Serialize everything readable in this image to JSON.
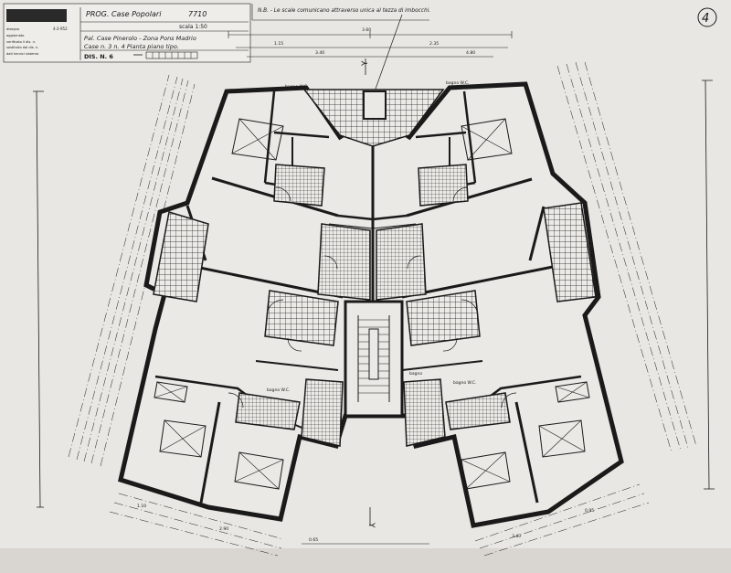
{
  "colors": {
    "paper": "#eceae6",
    "ink": "#1a1a1a",
    "shadow": "#cfccc6",
    "label_block": "#2a2a2a"
  },
  "title_block": {
    "project": "PROG. Case Popolari",
    "number": "7710",
    "rows": [
      {
        "label": "disegno",
        "value": "4-2-952"
      },
      {
        "label": "aggiornato",
        "value": ""
      },
      {
        "label": "verificato il dis. n.",
        "value": ""
      },
      {
        "label": "sostituito dal dis. n.",
        "value": ""
      },
      {
        "label": "dati tecnici sistema",
        "value": ""
      }
    ],
    "scale": "scala 1:50",
    "location": "Pal. Case Pinerolo - Zona Pons Madrio",
    "houses_line": "Case n. 3  n. 4  Pianta piano tipo.",
    "house_numbers": [
      "3",
      "4"
    ],
    "drawing_no": "DIS. N. 6"
  },
  "note": "N.B. - Le scale comunicano attraverso unica al tezza di imbocchi.",
  "sheet_number": "4",
  "labels": {
    "bagno": "bagno",
    "bagno_wc": "bagno W.C.",
    "axis": "Y"
  },
  "dimension_figures": [
    "3.60",
    "1.15",
    "3.40",
    "2.35",
    "4.80",
    "1.10",
    "2.90",
    "0.65",
    "3.40",
    "0.95"
  ]
}
